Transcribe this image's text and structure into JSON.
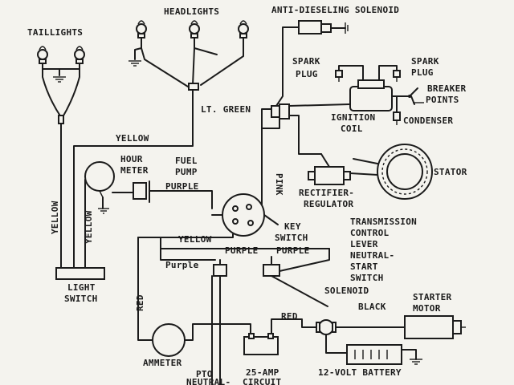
{
  "labels": {
    "taillights": "TAILLIGHTS",
    "headlights": "HEADLIGHTS",
    "anti_dieseling_solenoid": "ANTI-DIESELING SOLENOID",
    "spark_plug_left_1": "SPARK",
    "spark_plug_left_2": "PLUG",
    "spark_plug_right_1": "SPARK",
    "spark_plug_right_2": "PLUG",
    "breaker_points_1": "BREAKER",
    "breaker_points_2": "POINTS",
    "ignition_coil_1": "IGNITION",
    "ignition_coil_2": "COIL",
    "condenser": "CONDENSER",
    "lt_green": "LT. GREEN",
    "yellow_top": "YELLOW",
    "hour_meter_1": "HOUR",
    "hour_meter_2": "METER",
    "fuel_pump_1": "FUEL",
    "fuel_pump_2": "PUMP",
    "pink": "PINK",
    "stator": "STATOR",
    "rectifier_regulator_1": "RECTIFIER-",
    "rectifier_regulator_2": "REGULATOR",
    "purple_upper": "PURPLE",
    "yellow_left": "YELLOW",
    "yellow_mid_left": "YELLOW",
    "key_switch_1": "KEY",
    "key_switch_2": "SWITCH",
    "yellow_middle": "YELLOW",
    "transmission_1": "TRANSMISSION",
    "transmission_2": "CONTROL",
    "transmission_3": "LEVER",
    "transmission_4": "NEUTRAL-",
    "transmission_5": "START",
    "transmission_6": "SWITCH",
    "purple_mid_1": "PURPLE",
    "purple_mid_2": "PURPLE",
    "purple_lower": "Purple",
    "light_switch_1": "LIGHT",
    "light_switch_2": "SWITCH",
    "red_vertical": "RED",
    "solenoid": "SOLENOID",
    "starter_motor_1": "STARTER",
    "starter_motor_2": "MOTOR",
    "black": "BLACK",
    "red_horizontal": "RED",
    "ammeter": "AMMETER",
    "pto_1": "PTO",
    "pto_2": "NEUTRAL-",
    "circuit_1": "25-AMP",
    "circuit_2": "CIRCUIT",
    "battery": "12-VOLT BATTERY"
  },
  "colors": {
    "background": "#f4f3ee",
    "ink": "#1b1b1b"
  }
}
